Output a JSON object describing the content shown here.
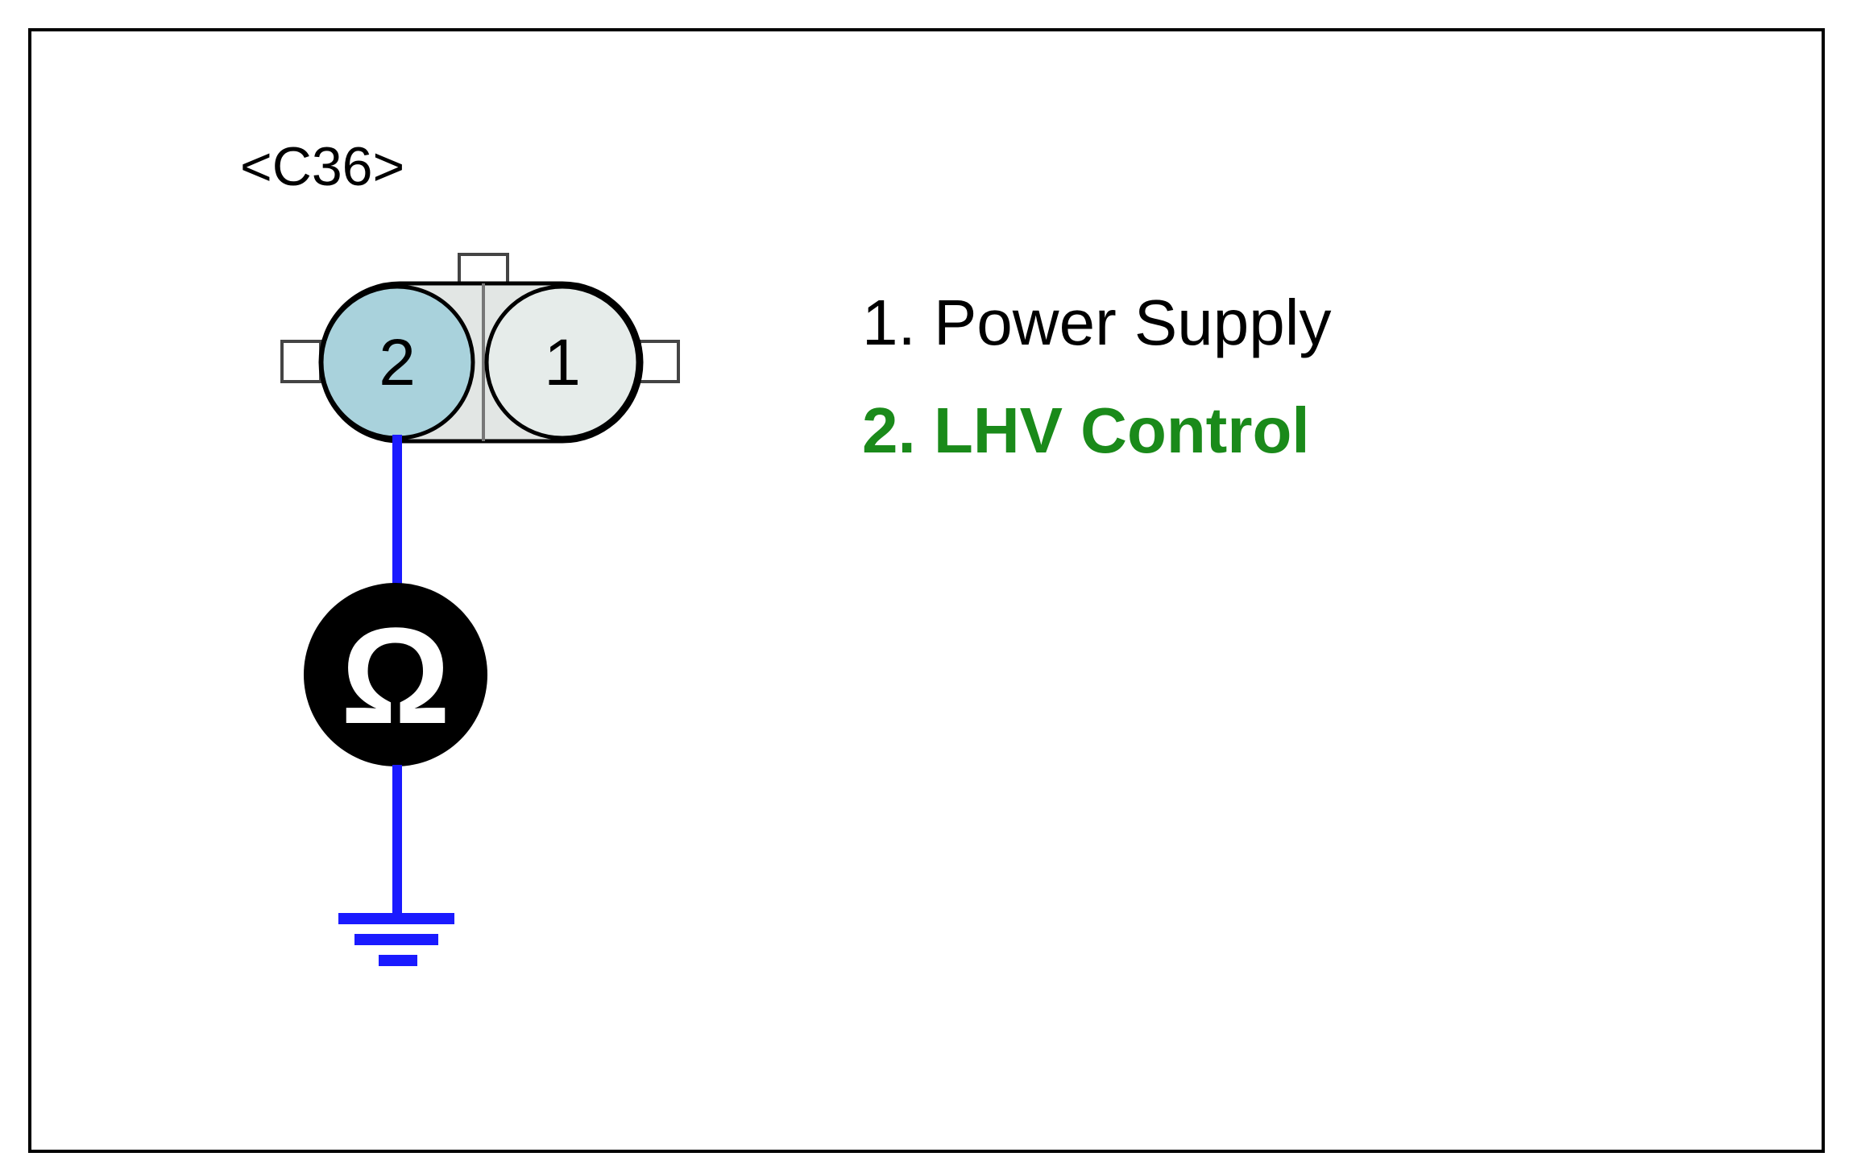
{
  "connector": {
    "id_label": "<C36>",
    "pins": [
      {
        "number": "2",
        "highlighted": true
      },
      {
        "number": "1",
        "highlighted": false
      }
    ]
  },
  "legend": {
    "items": [
      {
        "text": "1. Power Supply",
        "color": "#000000"
      },
      {
        "text": "2. LHV Control",
        "color": "#1a8a1a"
      }
    ]
  },
  "meter": {
    "symbol": "Ω",
    "icon": "ohmmeter-icon"
  },
  "colors": {
    "wire": "#1a1aff",
    "pin_highlight": "#a9d2dc",
    "pin_normal": "#e6ecea",
    "connector_body": "#e2e6e4"
  }
}
